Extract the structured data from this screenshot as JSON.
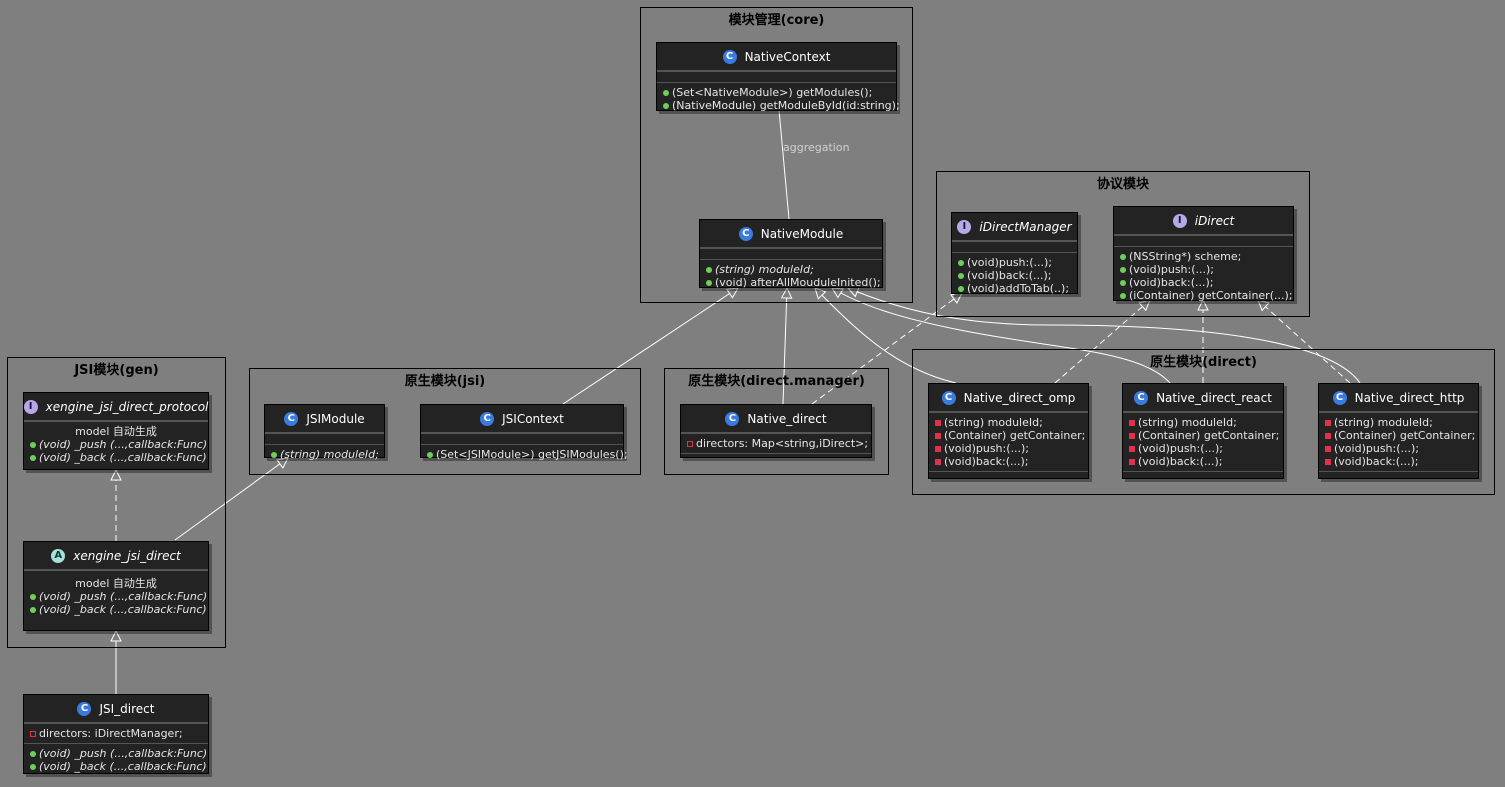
{
  "packages": {
    "core": "模块管理(core)",
    "protocol": "协议模块",
    "gen": "JSI模块(gen)",
    "jsi": "原生模块(jsi)",
    "manager": "原生模块(direct.manager)",
    "direct": "原生模块(direct)"
  },
  "classes": {
    "native_context": {
      "badge": "C",
      "name": "NativeContext",
      "methods": [
        "(Set<NativeModule>) getModules();",
        "(NativeModule) getModuleById(id:string);"
      ]
    },
    "native_module": {
      "badge": "C",
      "name": "NativeModule",
      "methods": [
        "(string) moduleId;",
        "(void) afterAllMouduleInited();"
      ]
    },
    "idirect_manager": {
      "badge": "I",
      "name": "iDirectManager",
      "methods": [
        "(void)push:(...);",
        "(void)back:(...);",
        "(void)addToTab(..);"
      ]
    },
    "idirect": {
      "badge": "I",
      "name": "iDirect",
      "methods": [
        "(NSString*) scheme;",
        "(void)push:(...);",
        "(void)back:(...);",
        "(iContainer) getContainer(...);"
      ]
    },
    "xengine_protocol": {
      "badge": "I",
      "name": "xengine_jsi_direct_protocol",
      "note": "model 自动生成",
      "methods": [
        "(void) _push (...,callback:Func)",
        "(void) _back (...,callback:Func)"
      ]
    },
    "xengine_direct": {
      "badge": "A",
      "name": "xengine_jsi_direct",
      "note": "model 自动生成",
      "methods": [
        "(void) _push (...,callback:Func)",
        "(void) _back (...,callback:Func)"
      ]
    },
    "jsi_direct": {
      "badge": "C",
      "name": "JSI_direct",
      "fields": [
        "directors: iDirectManager;"
      ],
      "methods": [
        "(void) _push (...,callback:Func)",
        "(void) _back (...,callback:Func)"
      ]
    },
    "jsi_module": {
      "badge": "C",
      "name": "JSIModule",
      "methods": [
        "(string) moduleId;"
      ]
    },
    "jsi_context": {
      "badge": "C",
      "name": "JSIContext",
      "methods": [
        "(Set<JSIModule>) getJSIModules();"
      ]
    },
    "native_direct": {
      "badge": "C",
      "name": "Native_direct",
      "fields": [
        "directors: Map<string,iDirect>;"
      ]
    },
    "direct_omp": {
      "badge": "C",
      "name": "Native_direct_omp",
      "fields": [
        "(string) moduleId;",
        "(Container) getContainer;",
        "(void)push:(...);",
        "(void)back:(...);"
      ]
    },
    "direct_react": {
      "badge": "C",
      "name": "Native_direct_react",
      "fields": [
        "(string) moduleId;",
        "(Container) getContainer;",
        "(void)push:(...);",
        "(void)back:(...);"
      ]
    },
    "direct_http": {
      "badge": "C",
      "name": "Native_direct_http",
      "fields": [
        "(string) moduleId;",
        "(Container) getContainer;",
        "(void)push:(...);",
        "(void)back:(...);"
      ]
    }
  },
  "edges": {
    "aggregation_label": "aggregation"
  },
  "colors": {
    "background": "#7f7f7f",
    "class_fill": "#232323",
    "edge": "#ffffff",
    "public": "#6fcf5a",
    "private": "#e0334b"
  }
}
